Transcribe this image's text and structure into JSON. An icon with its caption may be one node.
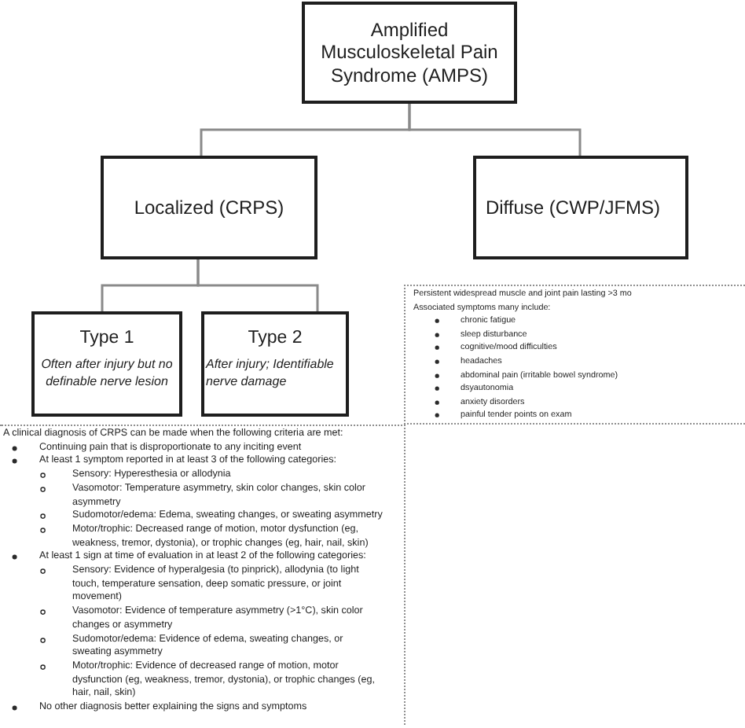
{
  "diagram": {
    "nodes": [
      {
        "text": [
          "Amplified Musculoskeletal Pain Syndrome (AMPS)"
        ]
      },
      {
        "text": [
          "Localized (CRPS)"
        ]
      },
      {
        "text": [
          "Diffuse (CWP/JFMS)"
        ]
      },
      {
        "text": [
          "Type 1",
          "Often after injury but no definable nerve lesion"
        ]
      },
      {
        "text": [
          "Type 2",
          "After injury; Identifiable nerve damage"
        ]
      },
      {
        "text": [
          "Persistent widespread muscle and joint pain lasting >3 mo",
          "Associated symptoms many include:",
          "chronic fatigue",
          "sleep disturbance",
          "cognitive/mood difficulties",
          "headaches",
          "abdominal pain (irritable bowel syndrome)",
          "dsyautonomia",
          "anxiety disorders",
          "painful tender points on exam"
        ]
      },
      {
        "text": [
          "A clinical diagnosis of CRPS can be made when the following criteria are met:",
          "Continuing pain that is disproportionate to any inciting event",
          "At least 1 symptom reported in at least 3 of the following categories:",
          "Sensory: Hyperesthesia or allodynia",
          "Vasomotor: Temperature asymmetry, skin color changes, skin color asymmetry",
          "Sudomotor/edema: Edema, sweating changes, or sweating asymmetry",
          "Motor/trophic: Decreased range of motion, motor dysfunction (eg, weakness, tremor, dystonia), or trophic changes (eg, hair, nail, skin)",
          "At least 1 sign at time of evaluation in at least 2 of the following categories:",
          "Sensory: Evidence of hyperalgesia (to pinprick), allodynia (to light touch, temperature sensation, deep somatic pressure, or joint movement)",
          "Vasomotor: Evidence of temperature asymmetry (>1°C), skin color changes or asymmetry",
          "Sudomotor/edema: Evidence of edema, sweating changes, or sweating asymmetry",
          "Motor/trophic: Evidence of decreased range of motion, motor dysfunction (eg, weakness, tremor, dystonia), or trophic changes (eg, hair, nail, skin)",
          "No other diagnosis better explaining the signs and symptoms"
        ]
      }
    ],
    "edges": [
      {
        "from": 0,
        "to": 1,
        "arrow": "none"
      },
      {
        "from": 0,
        "to": 2,
        "arrow": "none"
      },
      {
        "from": 1,
        "to": 3,
        "arrow": "none"
      },
      {
        "from": 1,
        "to": 4,
        "arrow": "none"
      }
    ]
  }
}
